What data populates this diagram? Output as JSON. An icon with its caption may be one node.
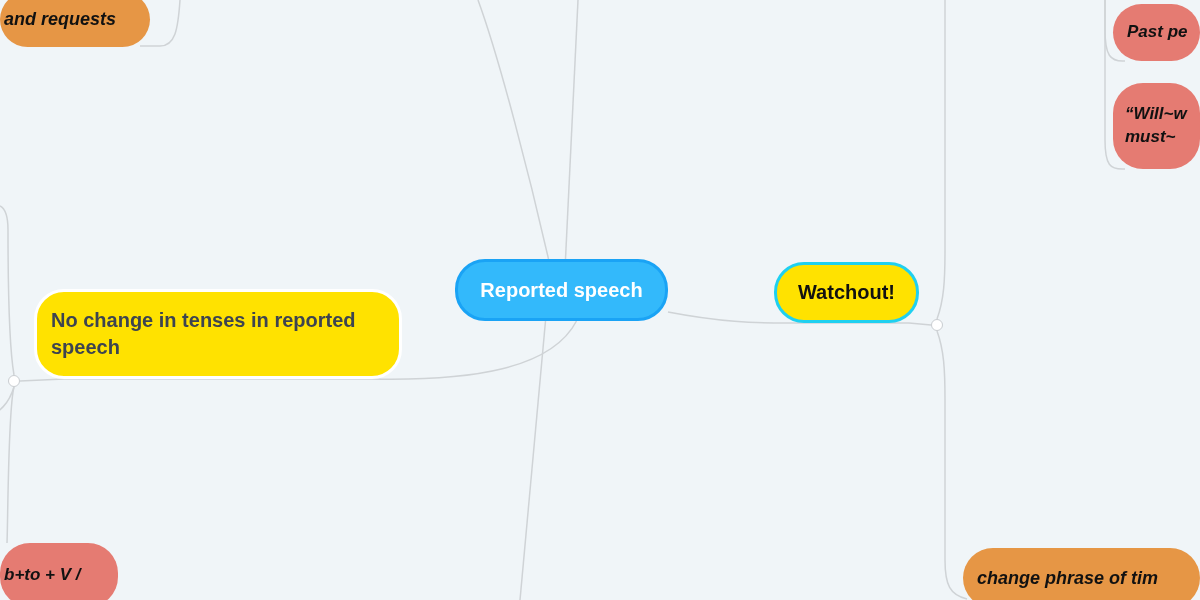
{
  "diagram": {
    "nodes": [
      {
        "text": [
          "Reported speech"
        ]
      },
      {
        "text": [
          "Watchout!"
        ]
      },
      {
        "text": [
          "No change in tenses in reported speech"
        ]
      },
      {
        "text": [
          "and requests"
        ]
      },
      {
        "text": [
          "Past pe"
        ]
      },
      {
        "text": [
          "“Will~w must~"
        ]
      },
      {
        "text": [
          "change phrase of tim"
        ]
      },
      {
        "text": [
          "b+to + V /"
        ]
      },
      {
        "text": [],
        "shape": "circle"
      },
      {
        "text": [],
        "shape": "circle"
      }
    ],
    "edges": [
      {
        "from": 0,
        "to": 2,
        "arrow": "none"
      },
      {
        "from": 2,
        "to": 8,
        "arrow": "none"
      },
      {
        "from": 8,
        "to": null,
        "arrow": "none"
      },
      {
        "from": 8,
        "to": null,
        "arrow": "none"
      },
      {
        "from": 8,
        "to": 7,
        "arrow": "none"
      },
      {
        "from": null,
        "to": 3,
        "arrow": "none"
      },
      {
        "from": 0,
        "to": 1,
        "arrow": "none"
      },
      {
        "from": 1,
        "to": 9,
        "arrow": "none"
      },
      {
        "from": 9,
        "to": null,
        "arrow": "none"
      },
      {
        "from": 9,
        "to": 6,
        "arrow": "none"
      },
      {
        "from": null,
        "to": 4,
        "arrow": "none"
      },
      {
        "from": null,
        "to": 5,
        "arrow": "none"
      },
      {
        "from": 0,
        "to": null,
        "arrow": "none"
      },
      {
        "from": 0,
        "to": null,
        "arrow": "none"
      },
      {
        "from": 0,
        "to": null,
        "arrow": "none"
      }
    ]
  }
}
